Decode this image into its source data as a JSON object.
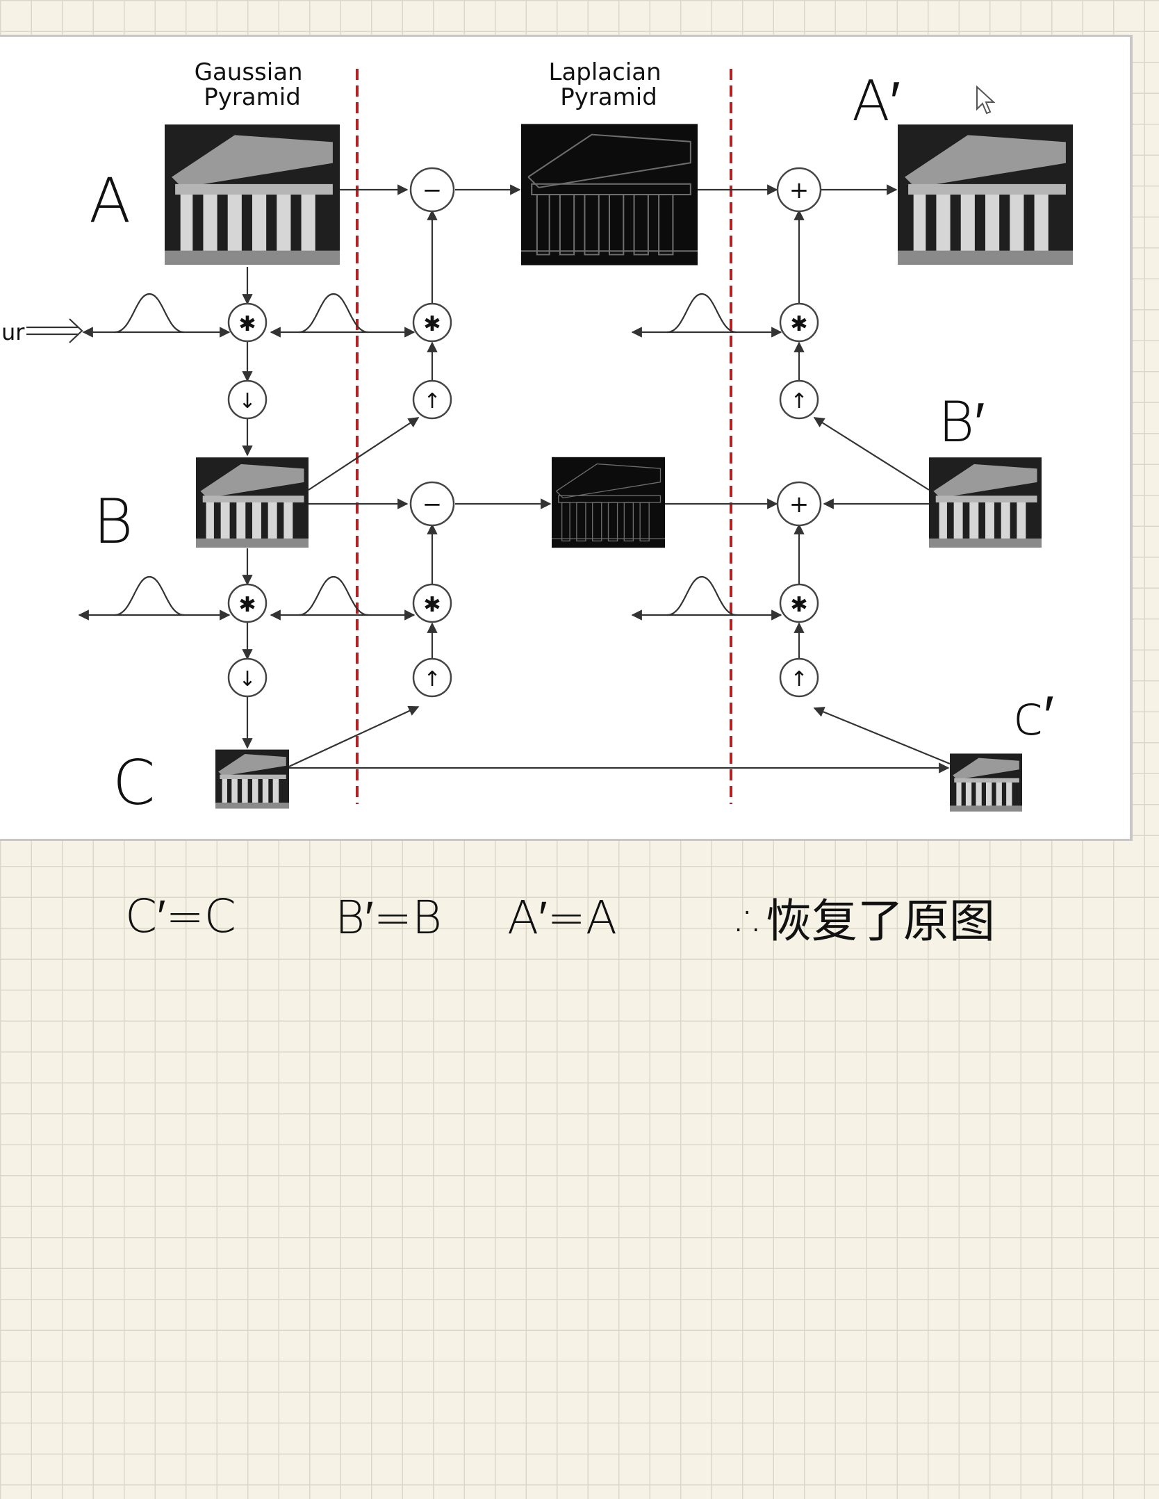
{
  "diagram": {
    "gaussian_title": [
      "Gaussian",
      "Pyramid"
    ],
    "laplacian_title": [
      "Laplacian",
      "Pyramid"
    ],
    "blur_label": "ur",
    "labels": {
      "a": "A",
      "b": "B",
      "c": "C",
      "a_prime": "A′",
      "b_prime": "B′",
      "c_prime": "c′"
    },
    "ops": {
      "subtract": "−",
      "add": "+",
      "convolve": "✱",
      "down": "↓",
      "up": "↑"
    },
    "colors": {
      "divider": "#b22222",
      "line": "#333333",
      "node_border": "#555555"
    }
  },
  "notes": [
    {
      "text": "C′=C"
    },
    {
      "text": "B′=B"
    },
    {
      "text": "A′=A"
    },
    {
      "text": "∴恢复了原图"
    }
  ]
}
